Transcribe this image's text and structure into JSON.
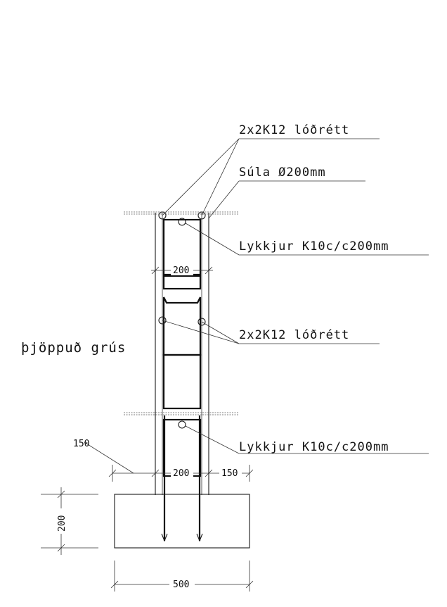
{
  "labels": {
    "top_bars": "2x2K12 lóðrétt",
    "column": "Súla Ø200mm",
    "stirrups_upper": "Lykkjur K10c/c200mm",
    "mid_bars": "2x2K12 lóðrétt",
    "soil": "þjöppuð grús",
    "stirrups_lower": "Lykkjur K10c/c200mm"
  },
  "dimensions": {
    "column_width_upper": "200",
    "column_width_lower": "200",
    "offset_left": "150",
    "offset_right": "150",
    "footing_height": "200",
    "footing_width": "500"
  }
}
